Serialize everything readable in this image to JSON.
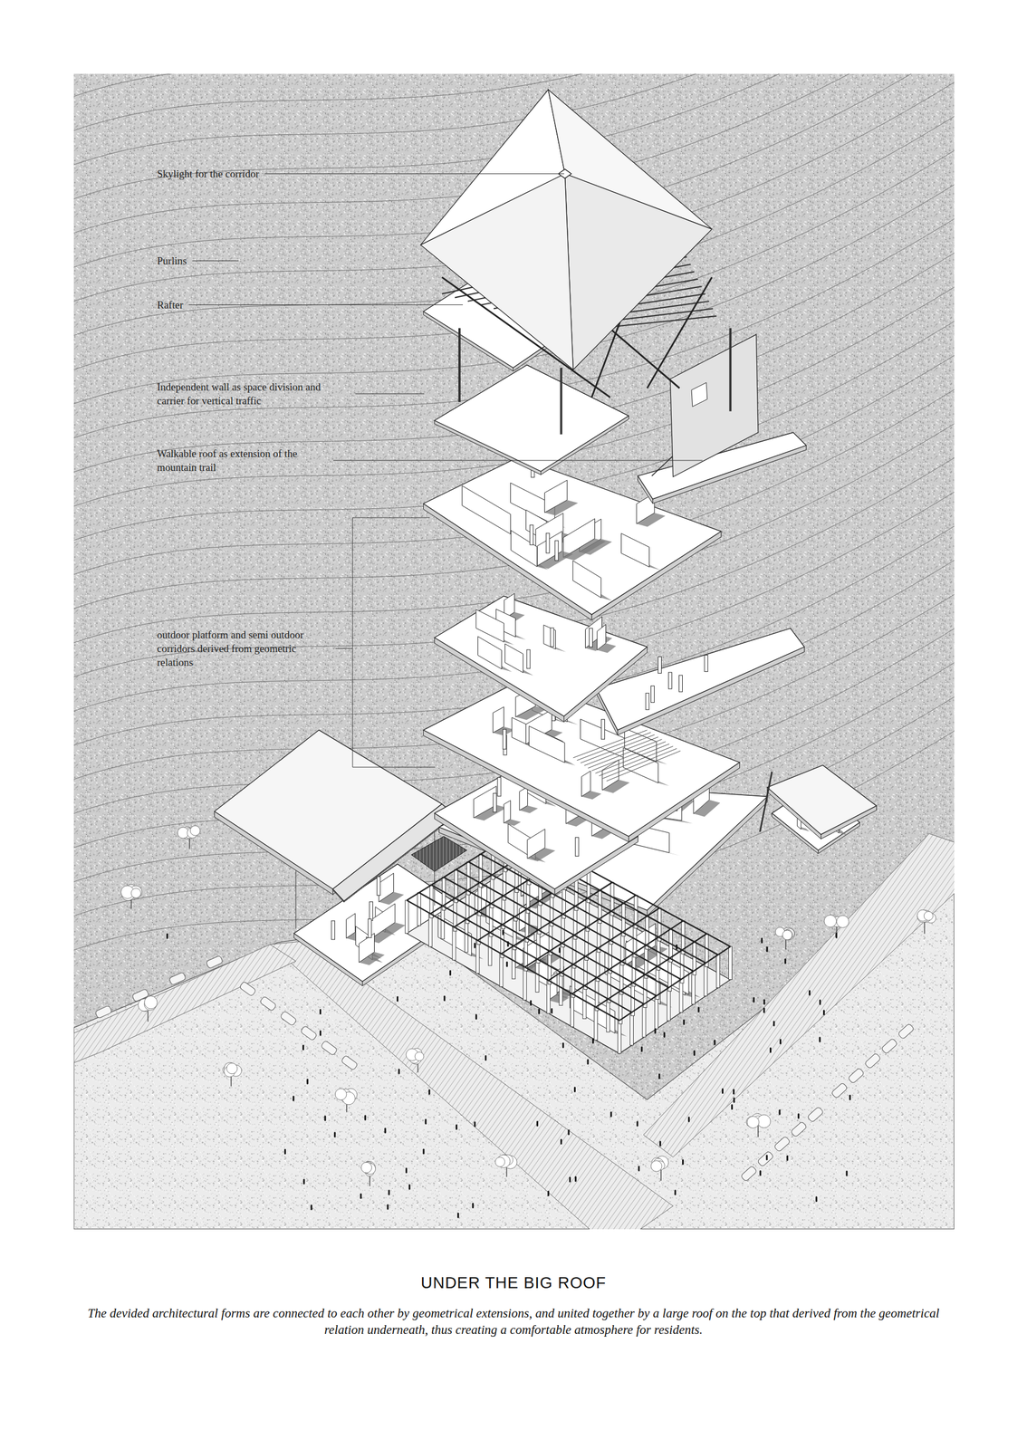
{
  "diagram": {
    "title": "UNDER THE BIG ROOF",
    "caption": "The devided architectural forms are connected to each other by geometrical extensions, and united together by a large roof on the top that derived from the geometrical relation underneath, thus creating a comfortable atmosphere for residents.",
    "labels": [
      "Skylight for the corridor",
      "Purlins",
      "Rafter",
      "Independent wall as space division and carrier for vertical traffic",
      "Walkable roof as extension of the mountain trail",
      "outdoor platform and semi outdoor corridors derived from geometric relations"
    ]
  }
}
